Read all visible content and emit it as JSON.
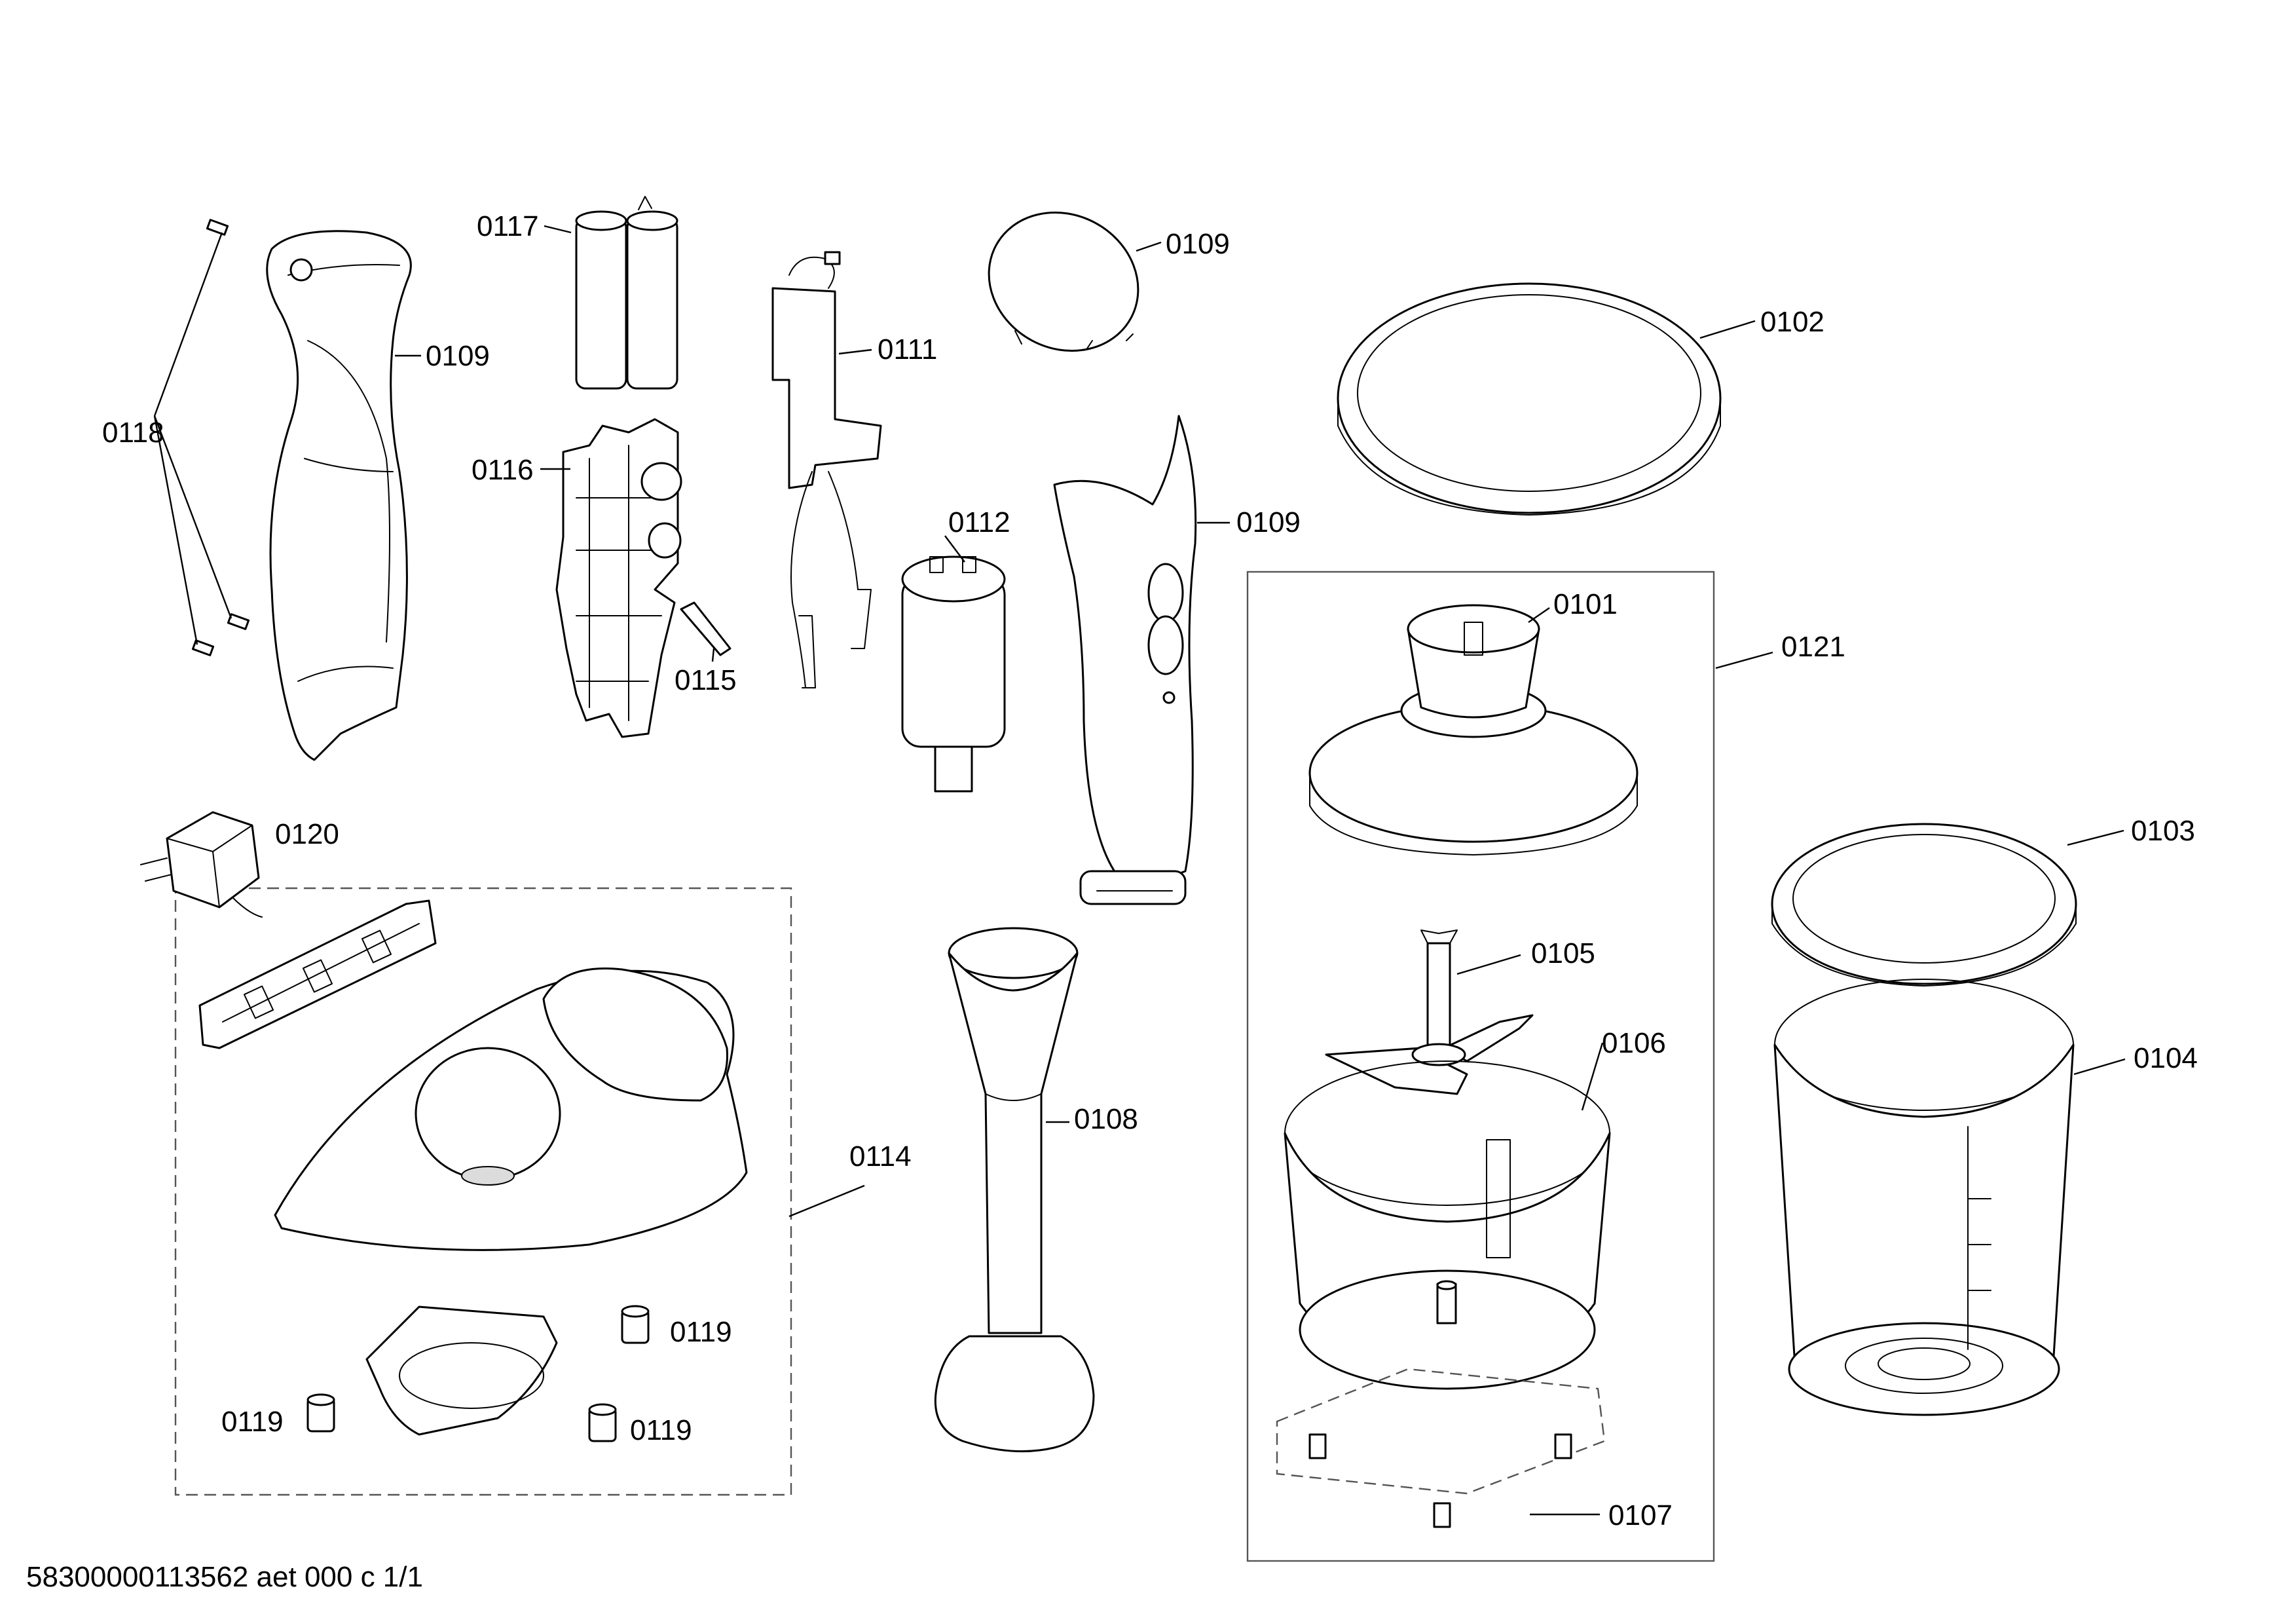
{
  "labels": {
    "l0117": "0117",
    "l0109a": "0109",
    "l0118": "0118",
    "l0116": "0116",
    "l0115": "0115",
    "l0111": "0111",
    "l0112": "0112",
    "l0109b": "0109",
    "l0109c": "0109",
    "l0102": "0102",
    "l0101": "0101",
    "l0121": "0121",
    "l0120": "0120",
    "l0114": "0114",
    "l0108": "0108",
    "l0105": "0105",
    "l0106": "0106",
    "l0103": "0103",
    "l0104": "0104",
    "l0119a": "0119",
    "l0119b": "0119",
    "l0119c": "0119",
    "l0107": "0107"
  },
  "footer": {
    "doc_id": "58300000113562 aet 000 c 1/1"
  },
  "colors": {
    "ink": "#000000",
    "paper": "#ffffff",
    "frame": "#555555"
  }
}
